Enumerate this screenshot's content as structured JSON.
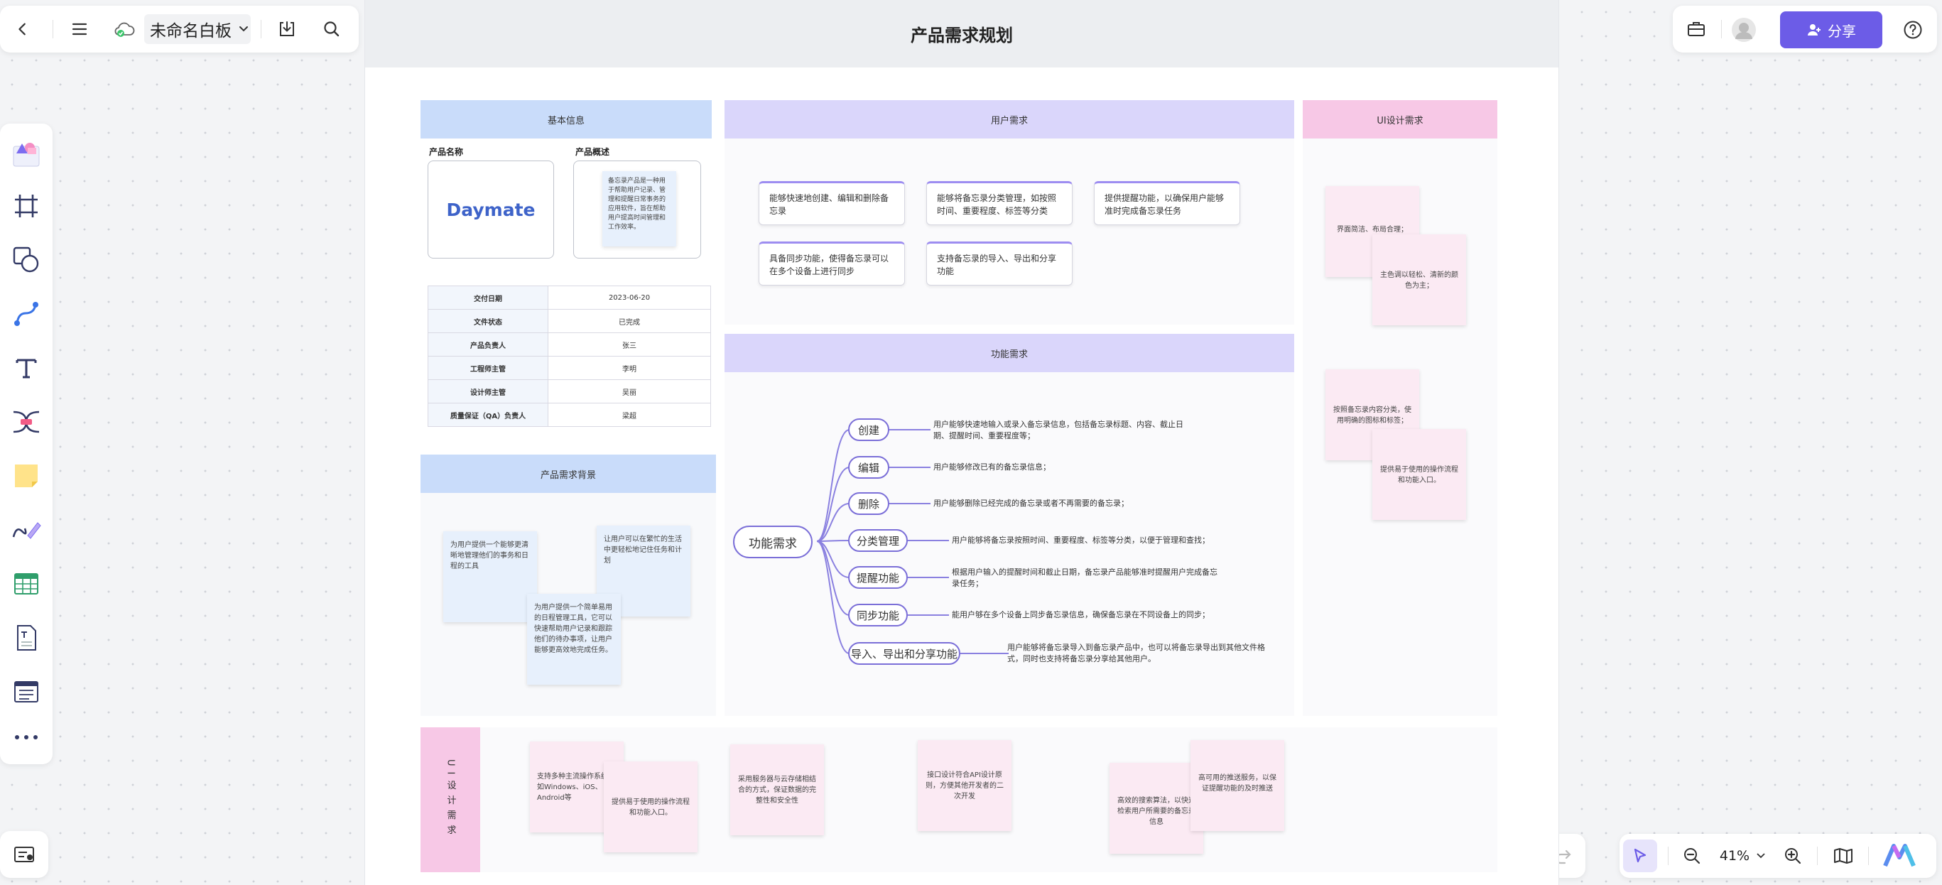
{
  "toolbar": {
    "board_name": "未命名白板",
    "share_label": "分享",
    "zoom_level": "41%"
  },
  "board": {
    "title": "产品需求规划",
    "basic_info": {
      "title": "基本信息",
      "product_name_label": "产品名称",
      "product_name": "Daymate",
      "overview_label": "产品概述",
      "overview_text": "备忘录产品是一种用于帮助用户记录、管理和提醒日常事务的应用软件，旨在帮助用户提高时间管理和工作效率。",
      "table": [
        {
          "key": "交付日期",
          "value": "2023-06-20"
        },
        {
          "key": "文件状态",
          "value": "已完成"
        },
        {
          "key": "产品负责人",
          "value": "张三"
        },
        {
          "key": "工程师主管",
          "value": "李明"
        },
        {
          "key": "设计师主管",
          "value": "吴丽"
        },
        {
          "key": "质量保证（QA）负责人",
          "value": "梁超"
        }
      ]
    },
    "background": {
      "title": "产品需求背景",
      "notes": [
        "为用户提供一个能够更清晰地管理他们的事务和日程的工具",
        "让用户可以在繁忙的生活中更轻松地记住任务和计划",
        "为用户提供一个简单易用的日程管理工具，它可以快速帮助用户记录和跟踪他们的待办事项，让用户能够更高效地完成任务。"
      ]
    },
    "user_needs": {
      "title": "用户需求",
      "cards": [
        "能够快速地创建、编辑和删除备忘录",
        "能够将备忘录分类管理，如按照时间、重要程度、标签等分类",
        "提供提醒功能，以确保用户能够准时完成备忘录任务",
        "具备同步功能，使得备忘录可以在多个设备上进行同步",
        "支持备忘录的导入、导出和分享功能"
      ]
    },
    "functional_needs": {
      "title": "功能需求",
      "root": "功能需求",
      "branches": [
        {
          "label": "创建",
          "desc": "用户能够快速地输入或录入备忘录信息，包括备忘录标题、内容、截止日期、提醒时间、重要程度等；"
        },
        {
          "label": "编辑",
          "desc": "用户能够修改已有的备忘录信息；"
        },
        {
          "label": "删除",
          "desc": "用户能够删除已经完成的备忘录或者不再需要的备忘录；"
        },
        {
          "label": "分类管理",
          "desc": "用户能够将备忘录按照时间、重要程度、标签等分类，以便于管理和查找；"
        },
        {
          "label": "提醒功能",
          "desc": "根据用户输入的提醒时间和截止日期，备忘录产品能够准时提醒用户完成备忘录任务；"
        },
        {
          "label": "同步功能",
          "desc": "能用户够在多个设备上同步备忘录信息，确保备忘录在不同设备上的同步；"
        },
        {
          "label": "导入、导出和分享功能",
          "desc": "用户能够将备忘录导入到备忘录产品中，也可以将备忘录导出到其他文件格式，同时也支持将备忘录分享给其他用户。"
        }
      ]
    },
    "ui_needs": {
      "title": "UI设计需求",
      "notes": [
        "界面简洁、布局合理；",
        "主色调以轻松、清新的颜色为主；",
        "按照备忘录内容分类，使用明确的图标和标签；",
        "提供易于使用的操作流程和功能入口。"
      ]
    },
    "bottom_section": {
      "side_label": "UI设计需求",
      "notes": [
        "支持多种主流操作系统，如Windows、iOS、Android等",
        "提供易于使用的操作流程和功能入口。",
        "采用服务器与云存储相结合的方式，保证数据的完整性和安全性",
        "接口设计符合API设计原则，方便其他开发者的二次开发",
        "高效的搜索算法，以快速检索用户所需要的备忘录信息",
        "高可用的推送服务，以保证提醒功能的及时推送"
      ]
    }
  },
  "colors": {
    "accent": "#6c5ce7",
    "blue_header": "#c9dcfa",
    "purple_header": "#dad6fb",
    "pink_header": "#f7c8e6"
  }
}
